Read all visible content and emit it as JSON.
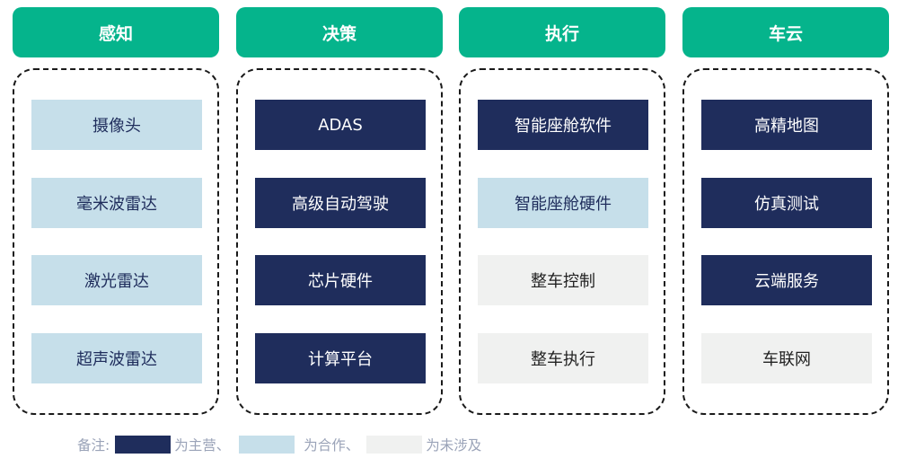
{
  "columns": [
    {
      "header": "感知",
      "items": [
        {
          "label": "摄像头",
          "status": "partner"
        },
        {
          "label": "毫米波雷达",
          "status": "partner"
        },
        {
          "label": "激光雷达",
          "status": "partner"
        },
        {
          "label": "超声波雷达",
          "status": "partner"
        }
      ]
    },
    {
      "header": "决策",
      "items": [
        {
          "label": "ADAS",
          "status": "owned"
        },
        {
          "label": "高级自动驾驶",
          "status": "owned"
        },
        {
          "label": "芯片硬件",
          "status": "owned"
        },
        {
          "label": "计算平台",
          "status": "owned"
        }
      ]
    },
    {
      "header": "执行",
      "items": [
        {
          "label": "智能座舱软件",
          "status": "owned"
        },
        {
          "label": "智能座舱硬件",
          "status": "partner"
        },
        {
          "label": "整车控制",
          "status": "none"
        },
        {
          "label": "整车执行",
          "status": "none"
        }
      ]
    },
    {
      "header": "车云",
      "items": [
        {
          "label": "高精地图",
          "status": "owned"
        },
        {
          "label": "仿真测试",
          "status": "owned"
        },
        {
          "label": "云端服务",
          "status": "owned"
        },
        {
          "label": "车联网",
          "status": "none"
        }
      ]
    }
  ],
  "legend": {
    "prefix": "备注:",
    "owned_label": "为主营、",
    "partner_label": "为合作、",
    "none_label": "为未涉及"
  },
  "colors": {
    "header": "#05b48c",
    "owned": "#1f2d5c",
    "partner": "#c6dfea",
    "none": "#f0f1f0"
  }
}
